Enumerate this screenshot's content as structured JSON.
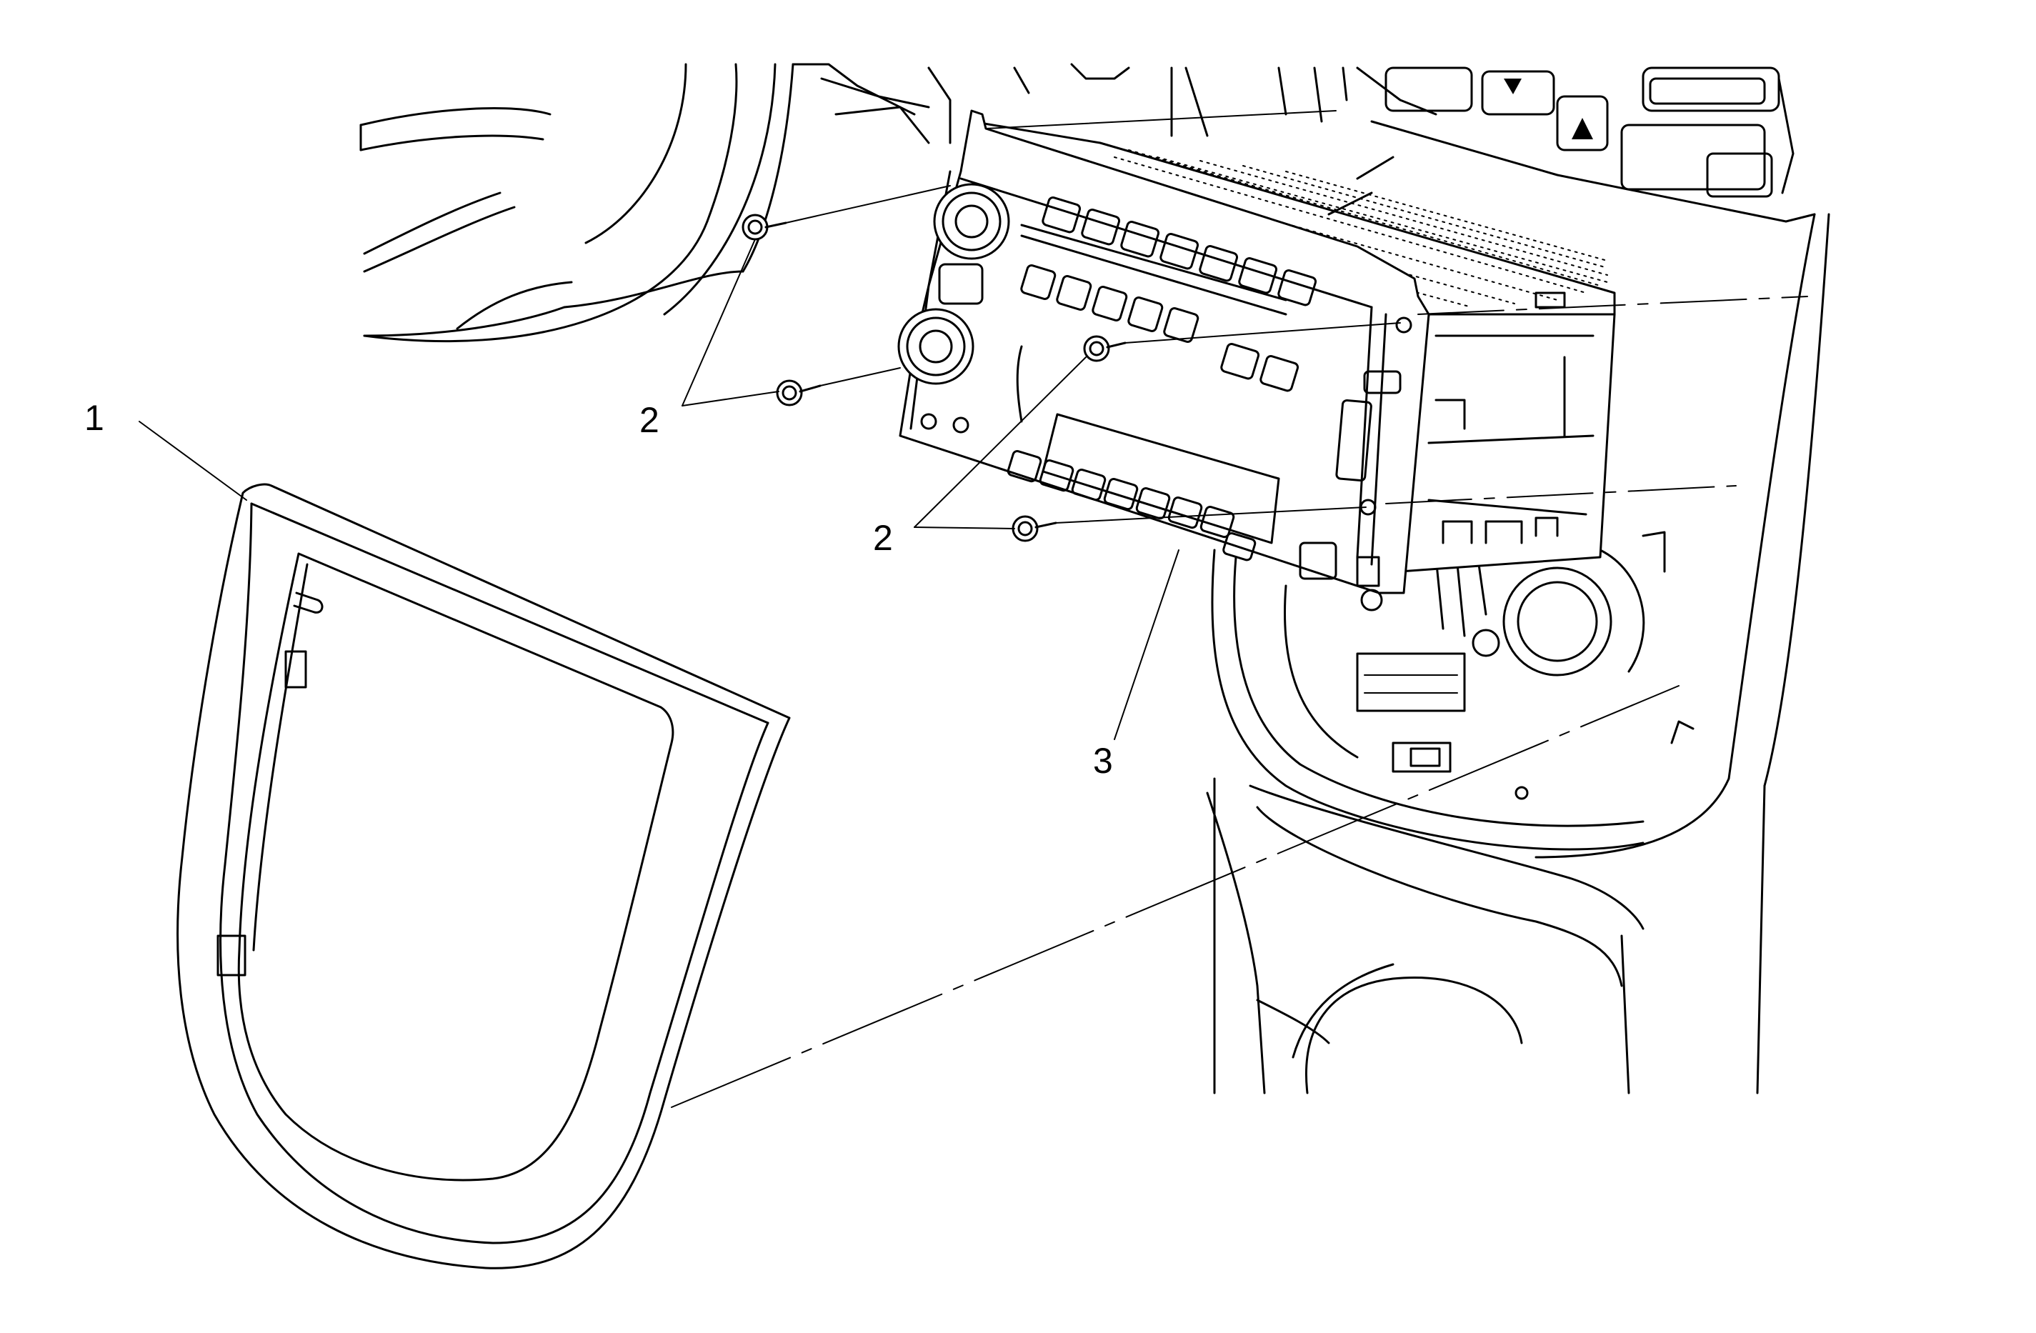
{
  "callouts": {
    "bezel": "1",
    "screws_upper": "2",
    "screws_lower": "2",
    "radio": "3"
  }
}
